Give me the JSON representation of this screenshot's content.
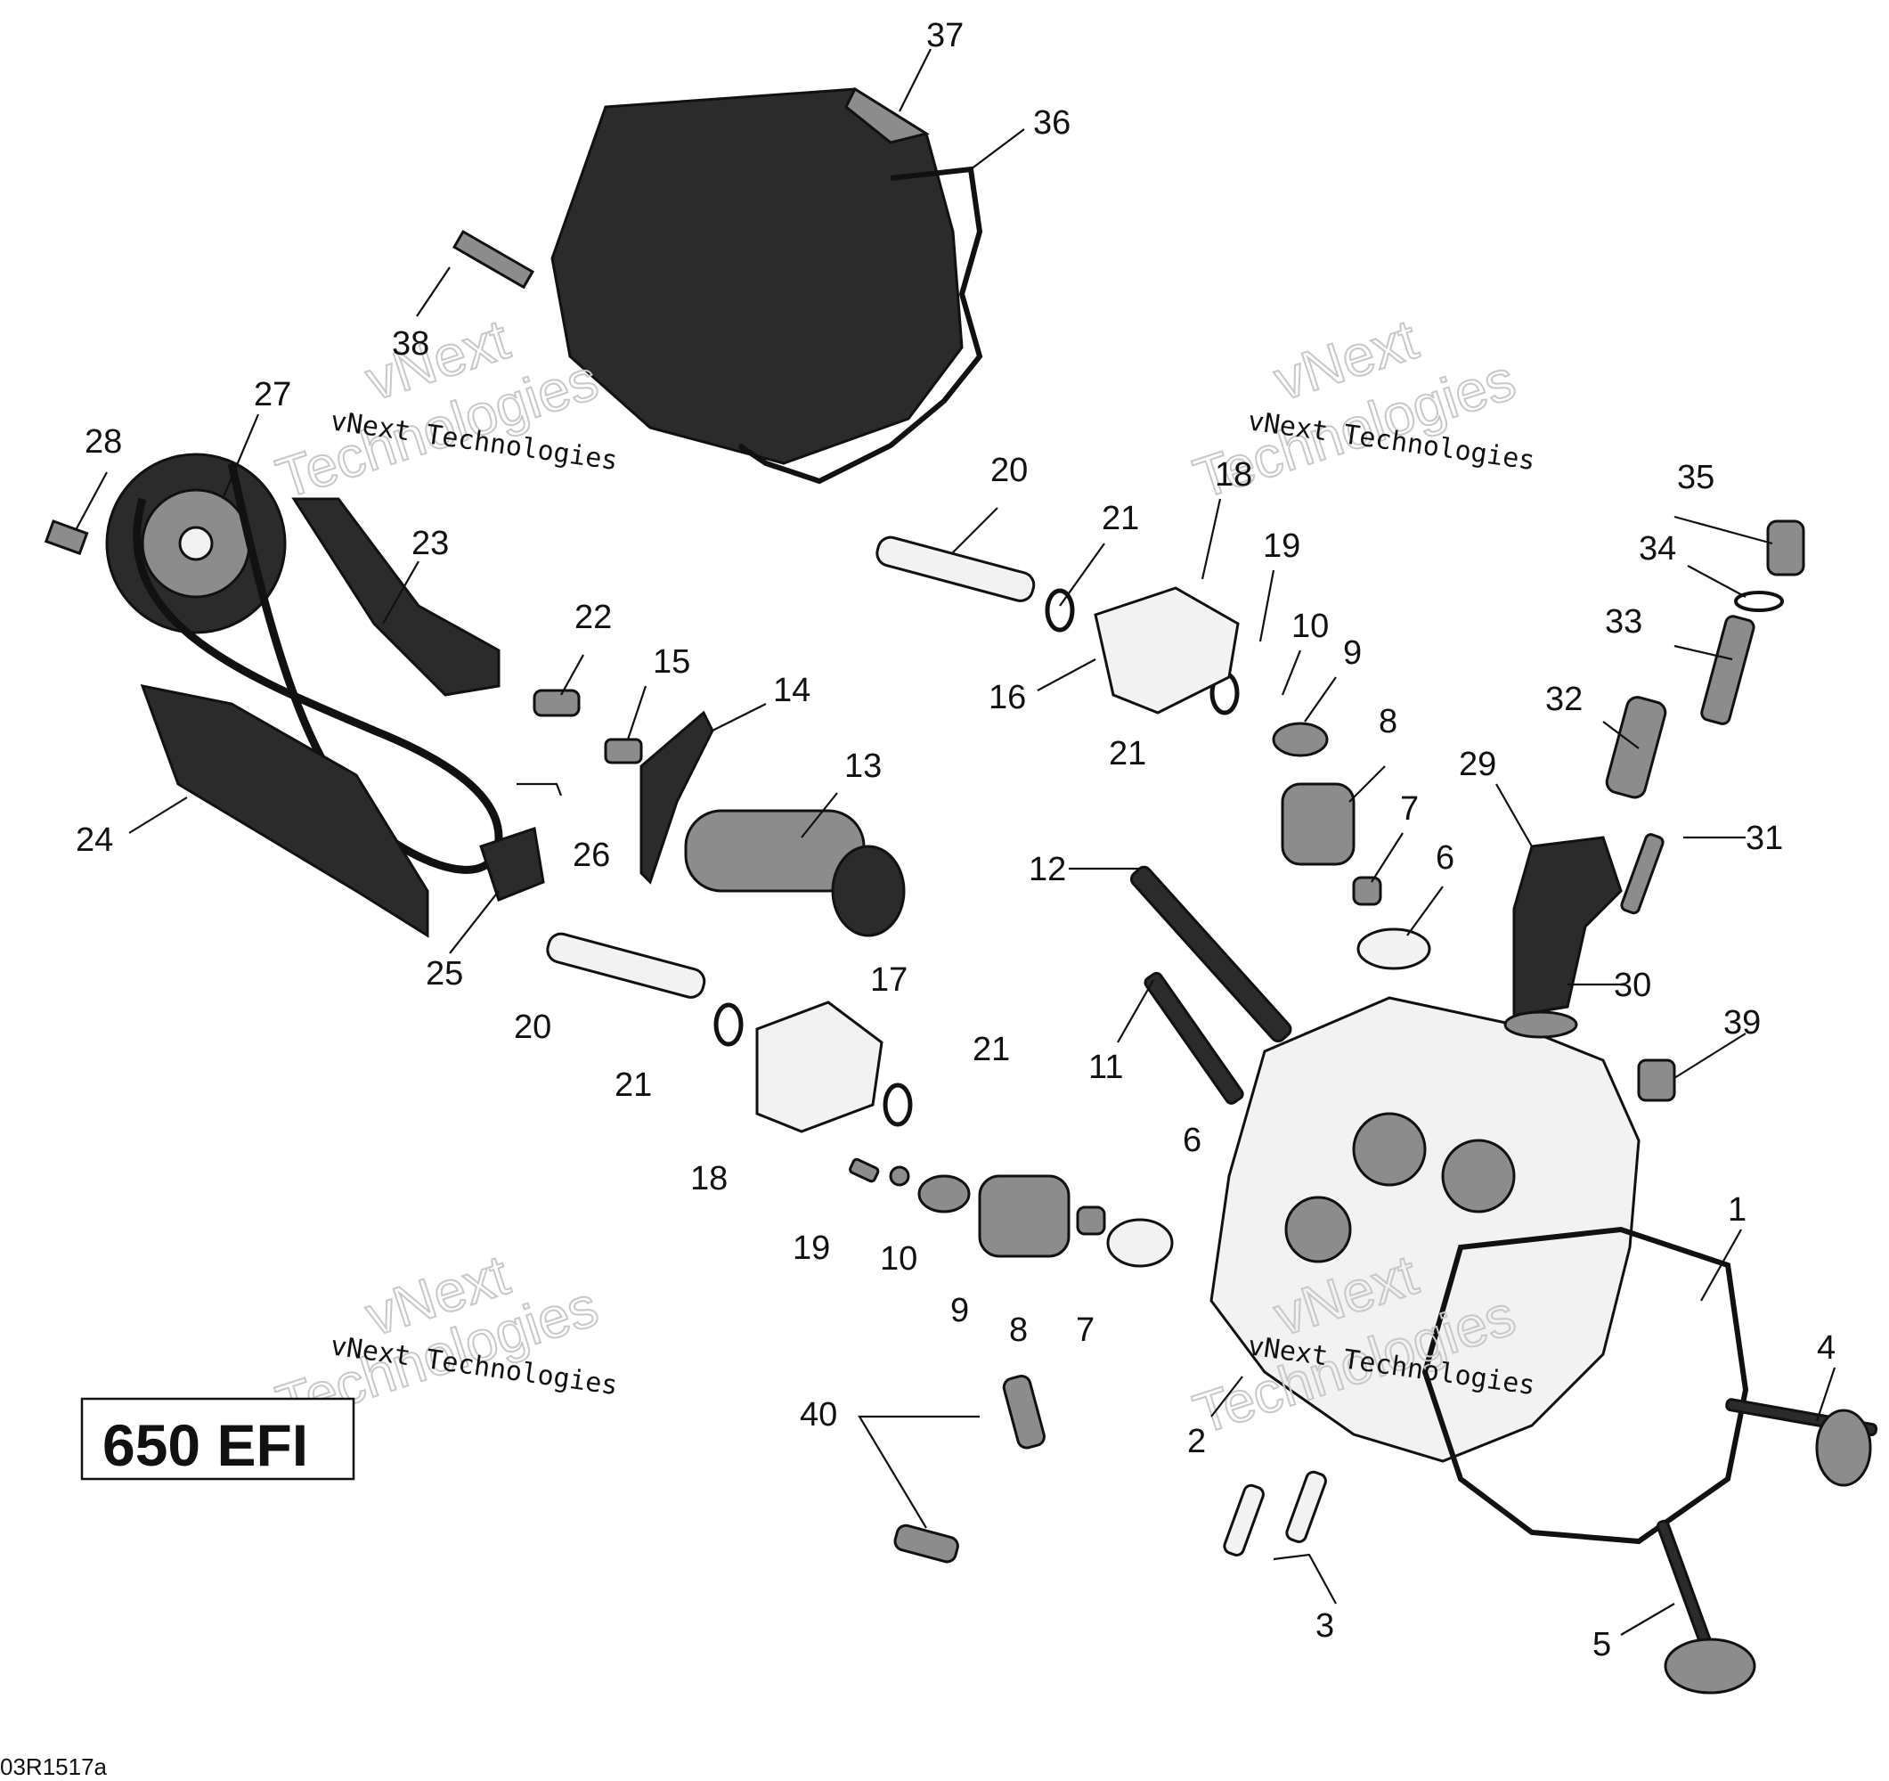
{
  "model_label": "650 EFI",
  "figure_code": "03R1517a",
  "watermark": {
    "small": "vNext Technologies",
    "big_line1": "vNext",
    "big_line2": "Technologies"
  },
  "callouts": [
    "37",
    "36",
    "38",
    "27",
    "28",
    "23",
    "24",
    "26",
    "22",
    "15",
    "14",
    "13",
    "25",
    "20",
    "21",
    "16",
    "18",
    "19",
    "10",
    "9",
    "8",
    "7",
    "6",
    "12",
    "11",
    "17",
    "21",
    "18",
    "19",
    "10",
    "9",
    "8",
    "7",
    "6",
    "35",
    "34",
    "33",
    "32",
    "29",
    "31",
    "30",
    "39",
    "1",
    "4",
    "2",
    "3",
    "5",
    "40",
    "20",
    "21",
    "21"
  ]
}
